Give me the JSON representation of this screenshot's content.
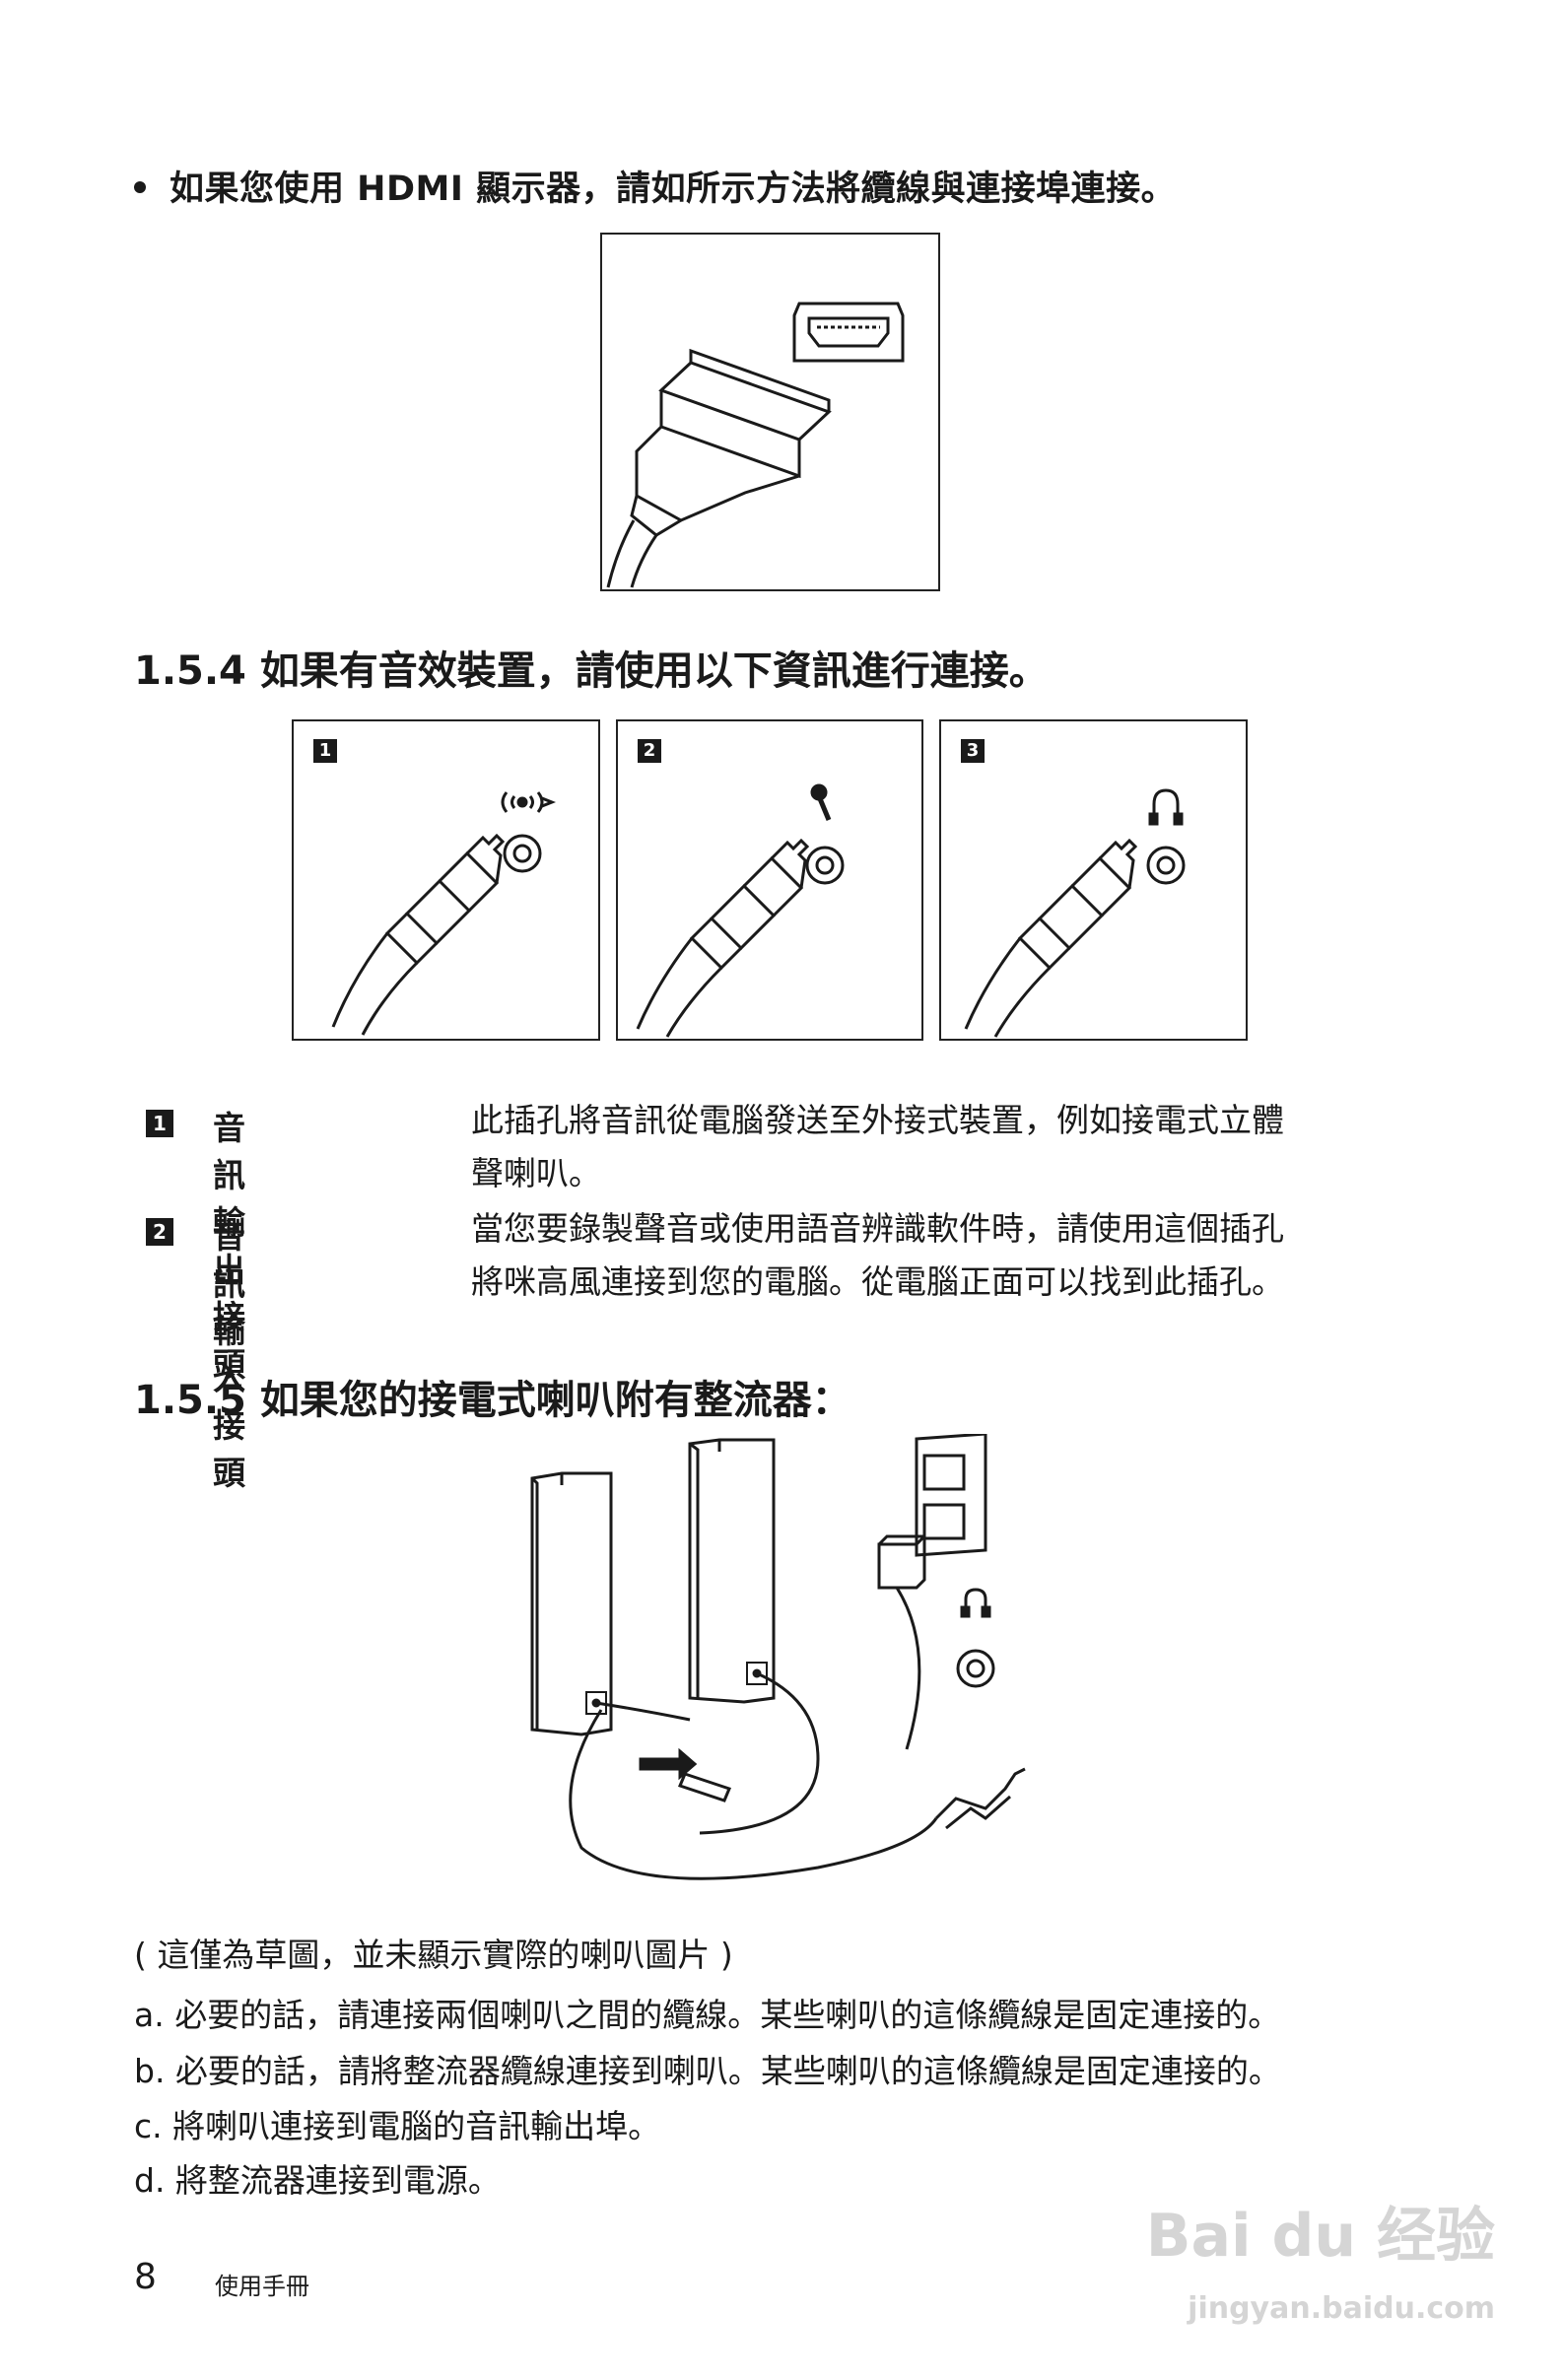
{
  "hdmi": {
    "bullet_text": "如果您使用 HDMI 顯示器，請如所示方法將纜線與連接埠連接。"
  },
  "section_154": {
    "title": "1.5.4 如果有音效裝置，請使用以下資訊進行連接。",
    "figure_numbers": [
      "1",
      "2",
      "3"
    ],
    "descriptions": [
      {
        "num": "1",
        "term": "音訊輸出接頭",
        "line1": "此插孔將音訊從電腦發送至外接式裝置，例如接電式立體",
        "line2": "聲喇叭。"
      },
      {
        "num": "2",
        "term": "音訊輸入接頭",
        "line1": "當您要錄製聲音或使用語音辨識軟件時，請使用這個插孔",
        "line2": "將咪高風連接到您的電腦。從電腦正面可以找到此插孔。"
      }
    ]
  },
  "section_155": {
    "title": "1.5.5 如果您的接電式喇叭附有整流器：",
    "caption": "( 這僅為草圖，並未顯示實際的喇叭圖片 )",
    "steps": [
      "a. 必要的話，請連接兩個喇叭之間的纜線。某些喇叭的這條纜線是固定連接的。",
      "b. 必要的話，請將整流器纜線連接到喇叭。某些喇叭的這條纜線是固定連接的。",
      "c. 將喇叭連接到電腦的音訊輸出埠。",
      "d. 將整流器連接到電源。"
    ]
  },
  "footer": {
    "page_number": "8",
    "title": "使用手冊"
  },
  "watermark": {
    "logo": "Bai du 经验",
    "url": "jingyan.baidu.com"
  }
}
